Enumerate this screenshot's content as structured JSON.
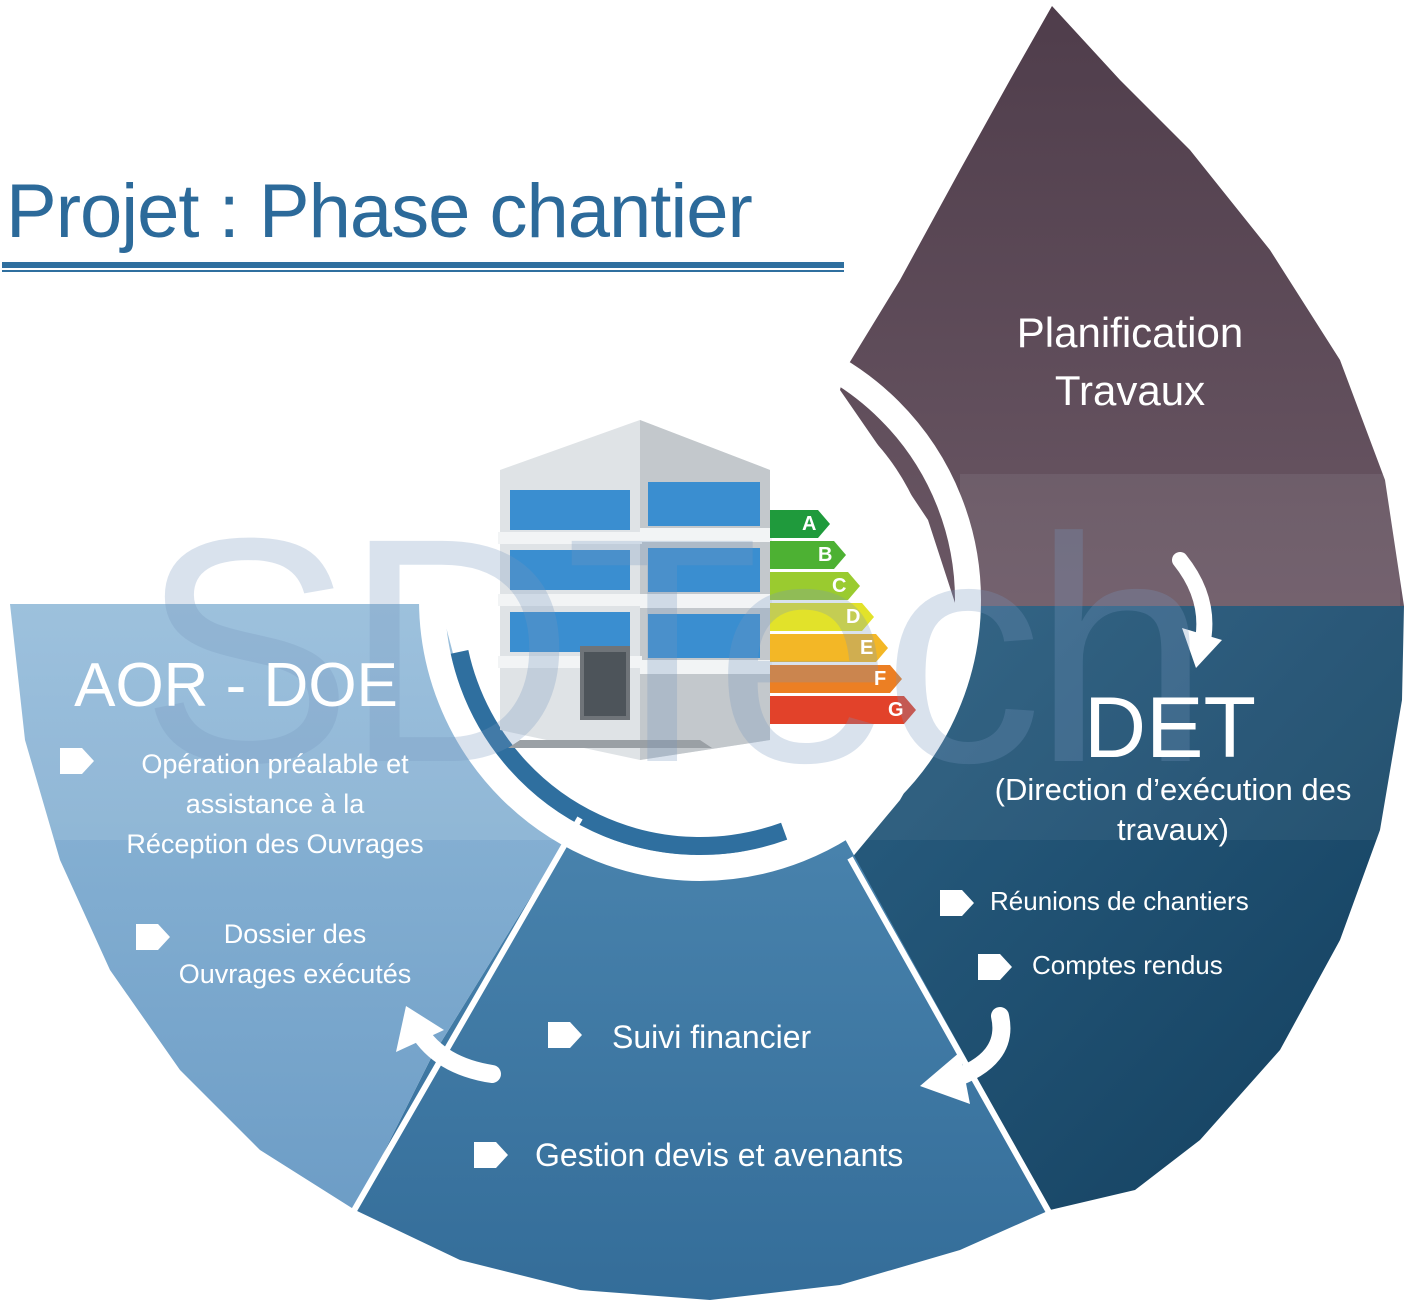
{
  "title": "Projet : Phase chantier",
  "watermark": "SDTech",
  "colors": {
    "title": "#2c6a9a",
    "planification": "#5b4856",
    "det": "#1b4f70",
    "suivi": "#3d77a3",
    "aor": "#7ba9cf",
    "arrow": "#ffffff"
  },
  "segments": {
    "planification": {
      "heading_line1": "Planification",
      "heading_line2": "Travaux"
    },
    "det": {
      "heading": "DET",
      "subtitle_line1": "(Direction d’exécution des",
      "subtitle_line2": "travaux)",
      "items": [
        "Réunions de chantiers",
        "Comptes rendus"
      ]
    },
    "suivi": {
      "items": [
        "Suivi financier",
        "Gestion devis et avenants"
      ]
    },
    "aor": {
      "heading": "AOR - DOE",
      "item1_lines": [
        "Opération préalable et",
        "assistance à la",
        "Réception des Ouvrages"
      ],
      "item2_lines": [
        "Dossier des",
        "Ouvrages exécutés"
      ]
    }
  },
  "energy_labels": [
    "A",
    "B",
    "C",
    "D",
    "E",
    "F",
    "G"
  ],
  "icons": {
    "building": "building-icon",
    "energy": "energy-rating-icon",
    "bullet": "bullet-tag-icon",
    "arrow": "cycle-arrow-icon"
  }
}
